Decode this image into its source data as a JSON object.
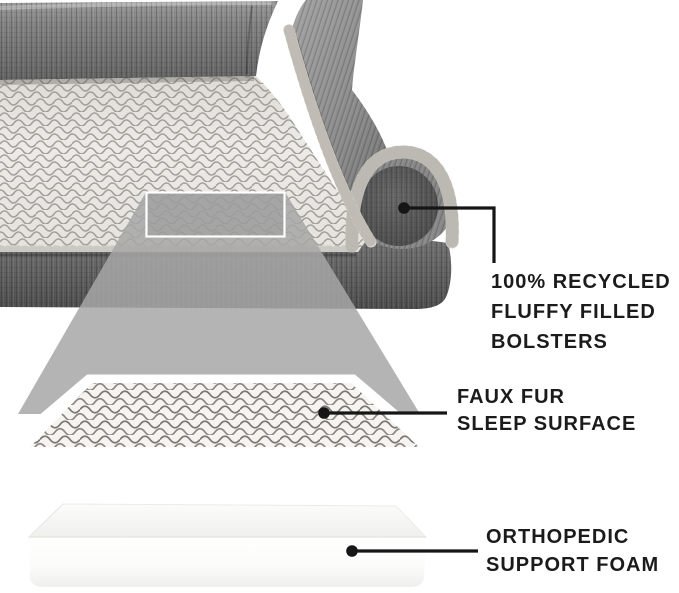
{
  "callouts": {
    "bolsters": {
      "lines": [
        "100% RECYCLED",
        "FLUFFY FILLED",
        "BOLSTERS"
      ]
    },
    "sleep_surface": {
      "lines": [
        "FAUX FUR",
        "SLEEP SURFACE"
      ]
    },
    "support_foam": {
      "lines": [
        "ORTHOPEDIC",
        "SUPPORT FOAM"
      ]
    }
  },
  "colors": {
    "background": "#ffffff",
    "label_text": "#1b1b1b",
    "callout_line": "#161616",
    "projection_beam": "#b3b3b3",
    "bolster_linen_gray": "#7d7d7d",
    "base_linen_gray": "#5c5c5c",
    "faux_fur_light": "#efede9",
    "foam_white": "#fdfdfd"
  }
}
